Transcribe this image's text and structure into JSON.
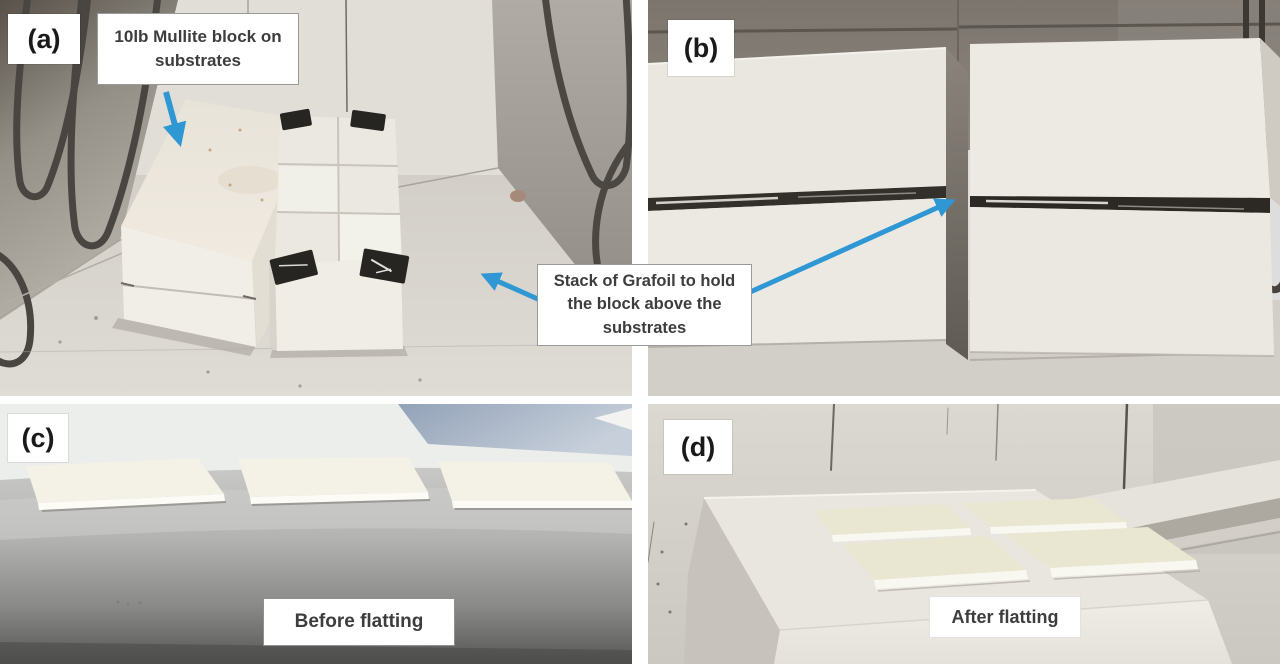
{
  "panels": {
    "a": {
      "label": "(a)"
    },
    "b": {
      "label": "(b)"
    },
    "c": {
      "label": "(c)",
      "caption": "Before flatting"
    },
    "d": {
      "label": "(d)",
      "caption": "After flatting"
    }
  },
  "callouts": {
    "mullite": "10lb Mullite block on\nsubstrates",
    "grafoil": "Stack of Grafoil to hold\nthe block above the\nsubstrates"
  },
  "colors": {
    "annotation_arrow_blue": "#2f97d4",
    "callout_text": "#3d3d3d",
    "callout_background": "#ffffff"
  }
}
